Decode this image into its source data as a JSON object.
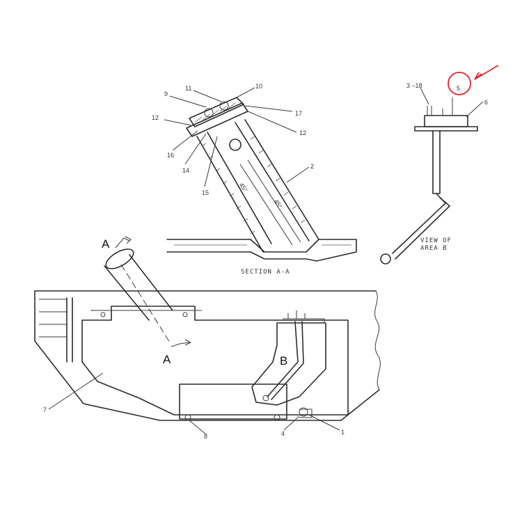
{
  "callouts": {
    "c1": "1",
    "c2": "2",
    "c3_18": "3 –18",
    "c4": "4",
    "c5": "5",
    "c6": "6",
    "c7": "7",
    "c8": "8",
    "c9": "9",
    "c10": "10",
    "c11": "11",
    "c12a": "12",
    "c12b": "12",
    "c14": "14",
    "c15": "15",
    "c16": "16",
    "c17": "17"
  },
  "section_labels": {
    "a_top": "A",
    "a_bottom": "A",
    "b": "B"
  },
  "captions": {
    "section": "SECTION A-A",
    "view_line1": "VIEW OF",
    "view_line2": "AREA B"
  },
  "colors": {
    "highlight": "#e0262b",
    "line": "#2b2b2b"
  }
}
